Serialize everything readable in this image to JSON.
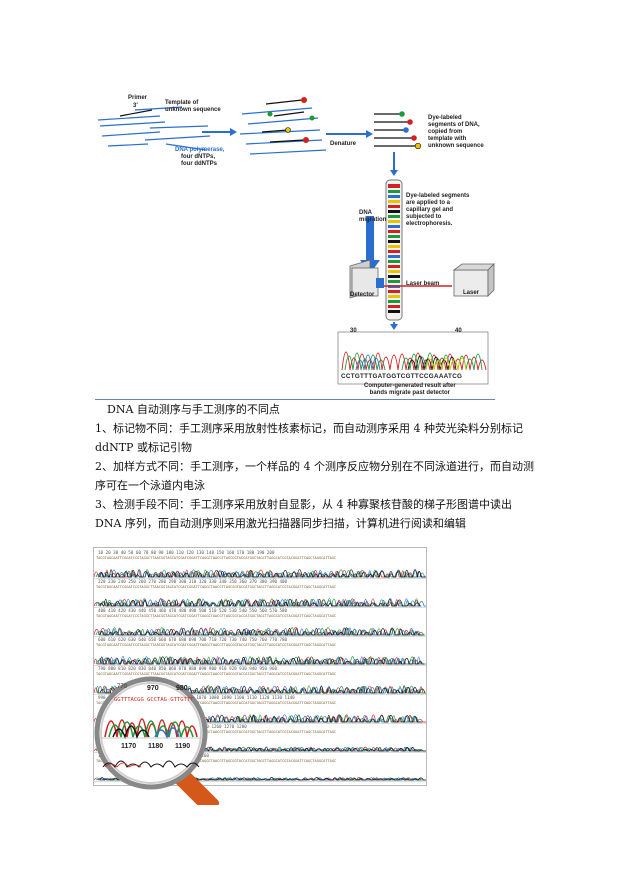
{
  "figure1": {
    "labels": {
      "primer": "Primer",
      "three_prime": "3'",
      "template": "Template of\nunknown sequence",
      "polymerase": "DNA polymerase,",
      "reagents": "four dNTPs,\nfour ddNTPs",
      "denature": "Denature",
      "dye_segments": "Dye-labeled\nsegments of DNA,\ncopied from\ntemplate with\nunknown sequence",
      "capillary": "Dye-labeled segments\nare applied to a\ncapillary gel and\nsubjected to\nelectrophoresis.",
      "migration": "DNA\nmigration",
      "laser_beam": "Laser beam",
      "detector": "Detector",
      "laser": "Laser",
      "tick_30": "30",
      "tick_40": "40",
      "sequence": "CCTGTTTGATGGTCGTTCCGAAATCG",
      "result": "Computer-generated result after\nbands migrate past detector"
    },
    "colors": {
      "accent_blue": "#2a6fd0",
      "red": "#d42020",
      "green": "#1a9a3a",
      "yellow": "#e8c400",
      "black": "#111111"
    }
  },
  "text": {
    "heading": "DNA 自动测序与手工测序的不同点",
    "p1": "1、标记物不同：手工测序采用放射性核素标记，而自动测序采用 4 种荧光染料分别标记 ddNTP 或标记引物",
    "p2": "2、加样方式不同：手工测序，一个样品的 4 个测序反应物分别在不同泳道进行，而自动测序可在一个泳道内电泳",
    "p3": "3、检测手段不同：手工测序采用放射自显影，从 4 种寡聚核苷酸的梯子形图谱中读出 DNA 序列，而自动测序则采用激光扫描器同步扫描，计算机进行阅读和编辑"
  },
  "figure2": {
    "row_rulers": [
      "10   20   30   40   50   60   70   80   90   100   110   120   130   140   150   160   170   180   190   200",
      "220   230   240   250   260   270   280   290   300   310   320   330   340   350   360   370   380   390   400",
      "400   410   420   430   440   450   460   470   480   490   500   510   520   530   540   550   560   570   580",
      "600   610   620   630   640   650   660   670   680   690   700   710   720   730   740   750   760   770   780",
      "790   800   810   820   830   840   850   860   870   880   890   900   910   920   930   940   950   960",
      "990   1000   1010   1020   1030   1040   1050   1060   1070   1080   1090   1100   1110   1120   1130   1140",
      "1170   1180   1190   1200   1210   1220   1230   1240   1250   1260   1270   1280",
      "1180   1190   1200   1210   1220   1230   1240   1250   1260"
    ],
    "seq_strip": "TACGTAGCAATTCGGATCCGTAGGCTTAACGGTAGCATCGATCGGATTCAGGCTAACGTTAGCGGTACCATGGCTAGCTTAGGCATCGTACGGATTCAGCTAGGCATTAGC",
    "magnifier": {
      "ruler": [
        "970",
        "980"
      ],
      "ruler_left": "770",
      "bottom_ticks": [
        "1170",
        "1180",
        "1190"
      ],
      "seq": "GGTTTACGG GCCTAG GTTGTTT"
    }
  }
}
